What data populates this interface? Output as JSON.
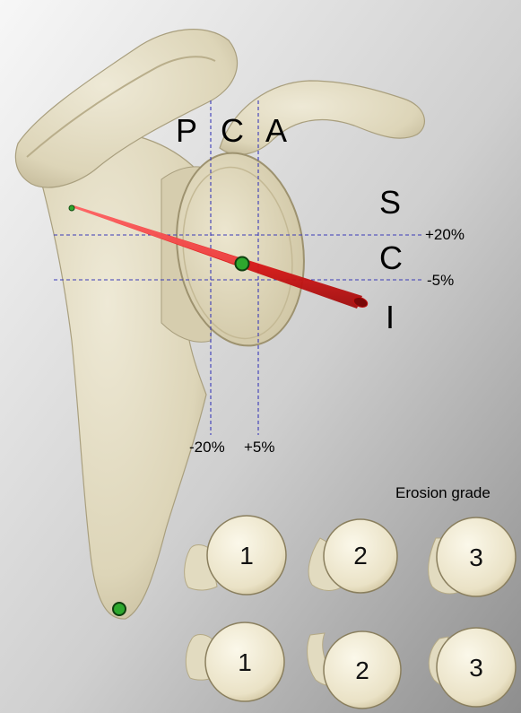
{
  "zones": {
    "horizontal": [
      "P",
      "C",
      "A"
    ],
    "vertical": [
      "S",
      "C",
      "I"
    ]
  },
  "percent_labels": {
    "upper_line": "+20%",
    "lower_line": "-5%",
    "left_line": "-20%",
    "right_line": "+5%"
  },
  "erosion": {
    "title": "Erosion grade",
    "row1": [
      "1",
      "2",
      "3"
    ],
    "row2": [
      "1",
      "2",
      "3"
    ]
  },
  "colors": {
    "background_light": "#f2f2f2",
    "background_dark": "#9a9a9a",
    "bone": "#e6e0c8",
    "bone_shadow": "#b8ae8c",
    "guide_line": "#3a3ab8",
    "axis_rod": "#e01818",
    "marker": "#2ea82e"
  }
}
